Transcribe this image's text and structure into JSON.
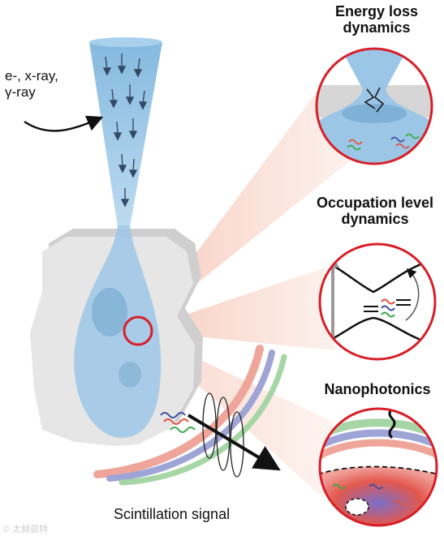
{
  "labels": {
    "incoming_radiation": [
      "e-, x-ray,",
      "γ-ray"
    ],
    "energy_loss": [
      "Energy loss",
      "dynamics"
    ],
    "occupation_level": [
      "Occupation level",
      "dynamics"
    ],
    "nanophotonics": "Nanophotonics",
    "scintillation": "Scintillation signal",
    "watermark": "© 太赫兹特"
  },
  "colors": {
    "beam": "#8fc3e6",
    "crystal": "#d9d9d9",
    "highlight_ring": "#d81e28",
    "ray_fan": "#f7d0c4",
    "emission_red": "#e0503a",
    "emission_green": "#39a845",
    "emission_blue": "#3a4ea0"
  }
}
